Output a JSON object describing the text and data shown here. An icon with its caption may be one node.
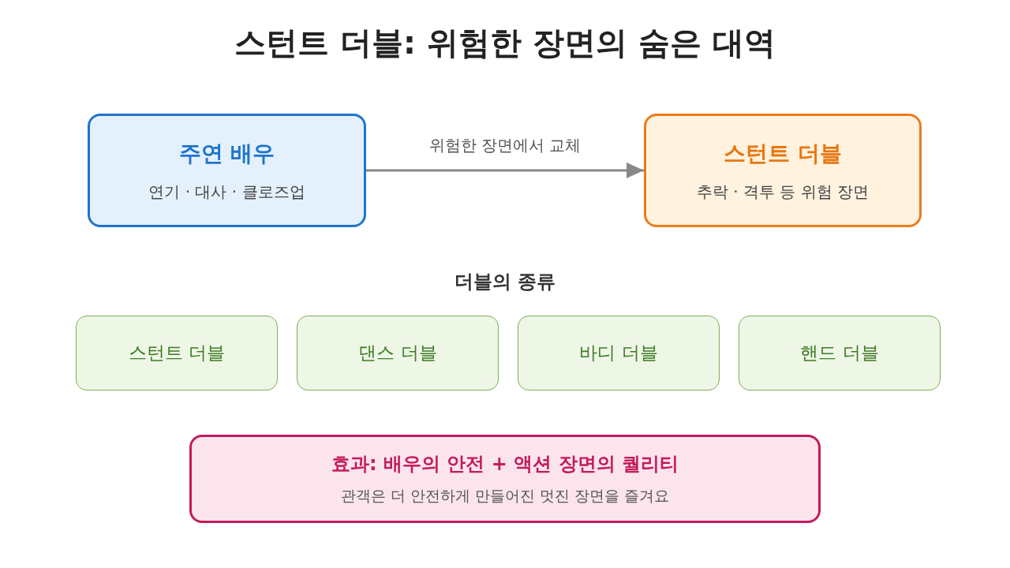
{
  "diagram": {
    "title": "스턴트 더블: 위험한 장면의 숨은 대역",
    "nodes": [
      {
        "text": [
          "주연 배우",
          "연기 · 대사 · 클로즈업"
        ]
      },
      {
        "text": [
          "스턴트 더블",
          "추락 · 격투 등 위험 장면"
        ]
      },
      {
        "text": [
          "스턴트 더블"
        ]
      },
      {
        "text": [
          "댄스 더블"
        ]
      },
      {
        "text": [
          "바디 더블"
        ]
      },
      {
        "text": [
          "핸드 더블"
        ]
      },
      {
        "text": [
          "효과: 배우의 안전 + 액션 장면의 퀄리티",
          "관객은 더 안전하게 만들어진 멋진 장면을 즐겨요"
        ]
      }
    ],
    "edges": [
      {
        "from": 0,
        "to": 1,
        "arrow": "to",
        "label": "위험한 장면에서 교체"
      }
    ],
    "labels": [
      "더블의 종류"
    ]
  }
}
